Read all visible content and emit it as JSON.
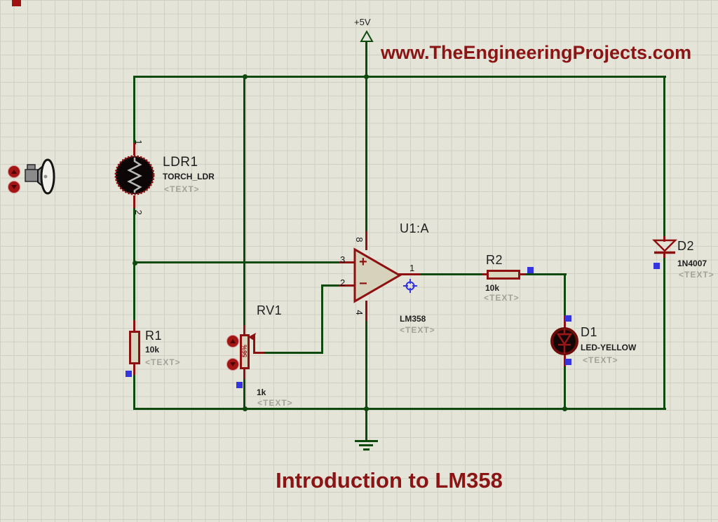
{
  "colors": {
    "bg": "#e4e4d9",
    "grid": "#cfcfc3",
    "wire": "#0e4a0e",
    "red": "#8e1111",
    "brand": "#8b1414",
    "resfill": "#d9d5bf",
    "opfill": "#d6d2bb",
    "blue": "#3535e0",
    "gray": "#a3a399",
    "black": "#1f1f1f"
  },
  "watermark": "www.TheEngineeringProjects.com",
  "caption": "Introduction to LM358",
  "power": {
    "vcc": "+5V"
  },
  "components": {
    "ldr": {
      "ref": "LDR1",
      "value": "TORCH_LDR",
      "text": "<TEXT>",
      "pin_top": "1",
      "pin_bottom": "2"
    },
    "r1": {
      "ref": "R1",
      "value": "10k",
      "text": "<TEXT>"
    },
    "rv1": {
      "ref": "RV1",
      "value": "1k",
      "text": "<TEXT>",
      "wiper_percent": "56%"
    },
    "opamp": {
      "ref": "U1:A",
      "value": "LM358",
      "text": "<TEXT>",
      "pin_noninv": "3",
      "pin_inv": "2",
      "pin_out": "1",
      "pin_vcc": "8",
      "pin_gnd": "4",
      "plus": "+",
      "minus": "−"
    },
    "r2": {
      "ref": "R2",
      "value": "10k",
      "text": "<TEXT>"
    },
    "d1": {
      "ref": "D1",
      "value": "LED-YELLOW",
      "text": "<TEXT>"
    },
    "d2": {
      "ref": "D2",
      "value": "1N4007",
      "text": "<TEXT>"
    }
  }
}
